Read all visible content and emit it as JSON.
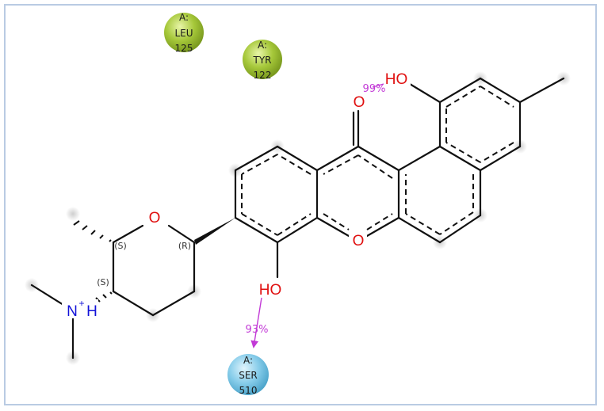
{
  "residues": {
    "leu": {
      "chain": "A:",
      "name": "LEU",
      "number": "125",
      "color": "#a6c83a"
    },
    "tyr": {
      "chain": "A:",
      "name": "TYR",
      "number": "122",
      "color": "#a6c83a"
    },
    "ser": {
      "chain": "A:",
      "name": "SER",
      "number": "510",
      "color": "#78c7e6"
    }
  },
  "atoms": {
    "ho_top": "HO",
    "ketone_o": "O",
    "ring_o": "O",
    "oh_bottom": "HO",
    "pyran_o": "O",
    "nh": "N",
    "nh_charge": "+",
    "nh_h": "H"
  },
  "stereo": {
    "s1": "(S)",
    "r1": "(R)",
    "s2": "(S)"
  },
  "interactions": {
    "top_pct": "99%",
    "ser_pct": "93%",
    "color": "#c23ad6"
  },
  "colors": {
    "bond": "#111111",
    "oxygen": "#e01010",
    "nitrogen": "#1212d8",
    "frame": "#b9cbe3"
  }
}
